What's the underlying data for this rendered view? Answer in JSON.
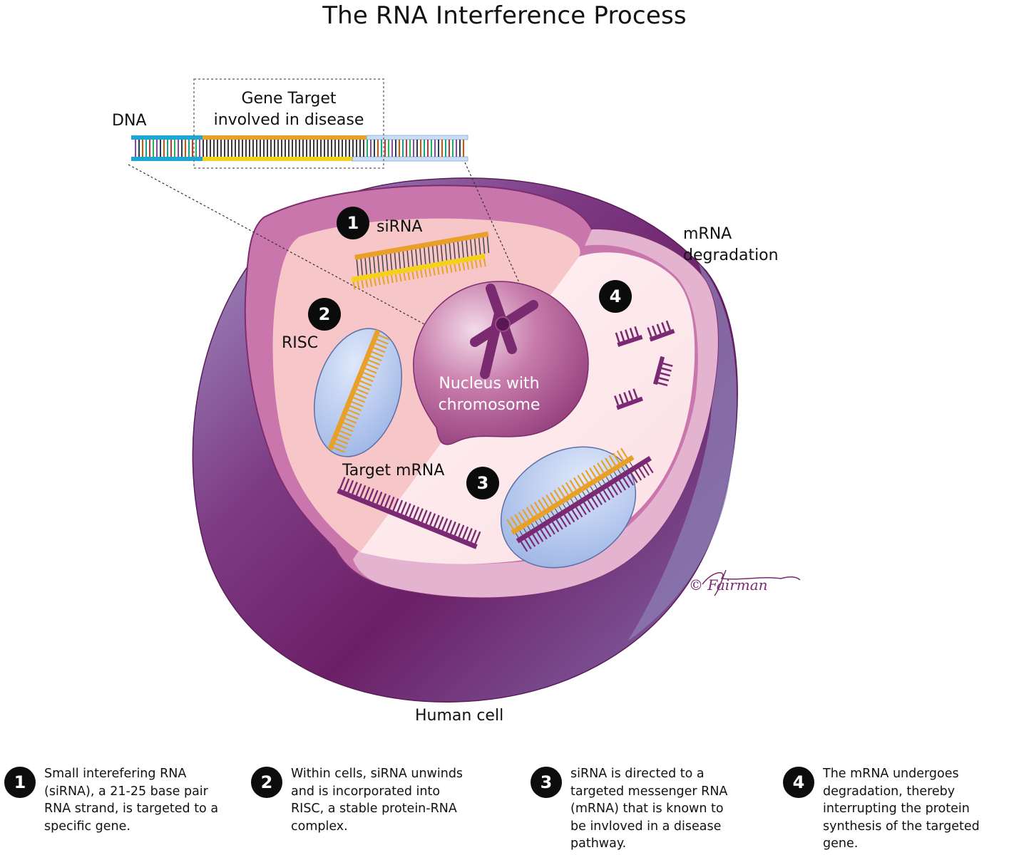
{
  "title": "The RNA Interference Process",
  "labels": {
    "dna": "DNA",
    "gene_target_line1": "Gene Target",
    "gene_target_line2": "involved in disease",
    "sirna": "siRNA",
    "risc": "RISC",
    "nucleus_line1": "Nucleus with",
    "nucleus_line2": "chromosome",
    "target_mrna": "Target mRNA",
    "mrna_degradation_line1": "mRNA",
    "mrna_degradation_line2": "degradation",
    "human_cell": "Human cell",
    "signature": "© Fairman"
  },
  "badges": [
    "1",
    "2",
    "3",
    "4"
  ],
  "steps": [
    {
      "number": "1",
      "text": "Small interefering RNA (siRNA), a 21-25 base pair RNA strand, is targeted to a specific gene."
    },
    {
      "number": "2",
      "text": "Within cells, siRNA unwinds and is incorporated into RISC, a stable protein-RNA complex."
    },
    {
      "number": "3",
      "text": "siRNA is directed to a targeted messenger RNA (mRNA) that is known to be invloved in a disease pathway."
    },
    {
      "number": "4",
      "text": "The mRNA undergoes degradation, thereby interrupting the protein synthesis of the targeted gene."
    }
  ],
  "colors": {
    "cell_dark": "#6e2a6c",
    "cell_light": "#8f85b5",
    "rim": "#c97aae",
    "interior_pink": "#f7c6c8",
    "interior_light": "#fbe3e6",
    "nucleus": "#b45a93",
    "chromosome": "#7a2a6e",
    "risc_blue": "#a9c0ea",
    "sirna_orange": "#e8a028",
    "sirna_yellow": "#f4d21c",
    "mrna_purple": "#7a2a72",
    "dna_blue": "#1aa3d4"
  }
}
